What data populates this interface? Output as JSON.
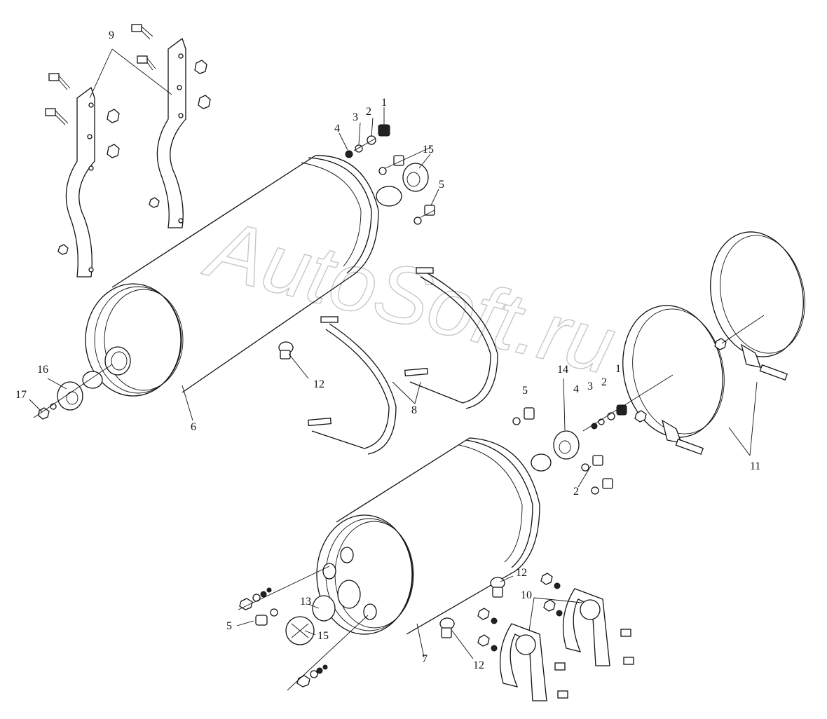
{
  "watermark": "AutoSoft.ru",
  "callouts": {
    "c1a": "1",
    "c2a": "2",
    "c3a": "3",
    "c4a": "4",
    "c15a": "15",
    "c5a": "5",
    "c9": "9",
    "c16": "16",
    "c17": "17",
    "c6": "6",
    "c12a": "12",
    "c8": "8",
    "c14": "14",
    "c5b": "5",
    "c4b": "4",
    "c3b": "3",
    "c2b": "2",
    "c1b": "1",
    "c11": "11",
    "c2c": "2",
    "c12b": "12",
    "c10": "10",
    "c13": "13",
    "c5c": "5",
    "c15b": "15",
    "c7": "7",
    "c12c": "12"
  }
}
